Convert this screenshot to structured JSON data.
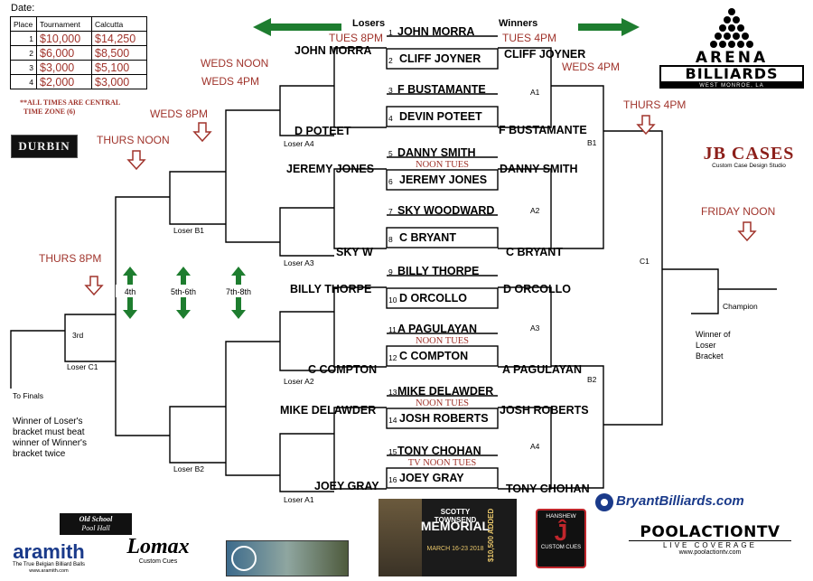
{
  "date_label": "Date:",
  "prize_table": {
    "headers": [
      "Place",
      "Tournament",
      "Calcutta"
    ],
    "rows": [
      {
        "place": "1",
        "tournament": "$10,000",
        "calcutta": "$14,250"
      },
      {
        "place": "2",
        "tournament": "$6,000",
        "calcutta": "$8,500"
      },
      {
        "place": "3",
        "tournament": "$3,000",
        "calcutta": "$5,100"
      },
      {
        "place": "4",
        "tournament": "$2,000",
        "calcutta": "$3,000"
      }
    ]
  },
  "timezone_note": [
    "**ALL TIMES ARE CENTRAL",
    "TIME ZONE (6)"
  ],
  "direction": {
    "losers": "Losers",
    "winners": "Winners"
  },
  "winners_bracket": {
    "round1": [
      {
        "n1": "1",
        "p1": "JOHN MORRA",
        "n2": "2",
        "p2": "CLIFF JOYNER",
        "note": ""
      },
      {
        "n1": "3",
        "p1": "F  BUSTAMANTE",
        "n2": "4",
        "p2": "DEVIN POTEET",
        "note": ""
      },
      {
        "n1": "5",
        "p1": "DANNY SMITH",
        "n2": "6",
        "p2": "JEREMY JONES",
        "note": "NOON TUES"
      },
      {
        "n1": "7",
        "p1": "SKY WOODWARD",
        "n2": "8",
        "p2": "C BRYANT",
        "note": ""
      },
      {
        "n1": "9",
        "p1": "BILLY THORPE",
        "n2": "10",
        "p2": "D ORCOLLO",
        "note": ""
      },
      {
        "n1": "11",
        "p1": "A PAGULAYAN",
        "n2": "12",
        "p2": "C COMPTON",
        "note": "NOON TUES"
      },
      {
        "n1": "13",
        "p1": "MIKE DELAWDER",
        "n2": "14",
        "p2": "JOSH ROBERTS",
        "note": "NOON TUES"
      },
      {
        "n1": "15",
        "p1": "TONY CHOHAN",
        "n2": "16",
        "p2": "JOEY GRAY",
        "note": "TV NOON TUES"
      }
    ],
    "round1_times": {
      "top": "TUES 4PM",
      "bottom": "TUES 8PM"
    },
    "round2_winners": [
      "CLIFF JOYNER",
      "F  BUSTAMANTE",
      "DANNY SMITH",
      "C BRYANT",
      "D ORCOLLO",
      "A PAGULAYAN",
      "JOSH ROBERTS",
      "TONY CHOHAN"
    ],
    "round2_labels": [
      "A1",
      "B1",
      "A2",
      "C1",
      "A3",
      "B2",
      "A4"
    ],
    "times": {
      "r2": "WEDS 4PM",
      "r3": "THURS 4PM",
      "final": "FRIDAY NOON"
    },
    "champion": "Champion",
    "winner_of_loser": [
      "Winner of",
      "Loser",
      "Bracket"
    ]
  },
  "losers_bracket": {
    "round1_names": [
      "JOHN MORRA",
      "D POTEET",
      "JEREMY JONES",
      "SKY W",
      "BILLY THORPE",
      "C COMPTON",
      "MIKE DELAWDER",
      "JOEY GRAY"
    ],
    "round1_labels": [
      "Loser A4",
      "Loser A3",
      "Loser A2",
      "Loser A1"
    ],
    "round2_labels": [
      "Loser B1",
      "Loser B2"
    ],
    "third_labels": [
      "3rd",
      "Loser C1",
      "To Finals"
    ],
    "times": {
      "weds_noon": "WEDS NOON",
      "weds_4pm": "WEDS 4PM",
      "weds_8pm": "WEDS 8PM",
      "thurs_noon": "THURS NOON",
      "thurs_8pm": "THURS 8PM"
    },
    "place_labels": [
      "4th",
      "5th-6th",
      "7th-8th"
    ],
    "final_note": [
      "Winner of Loser's",
      "bracket must beat",
      "winner of Winner's",
      "bracket twice"
    ]
  },
  "sponsors": {
    "durbin": "DURBIN",
    "arena": [
      "ARENA",
      "BILLIARDS",
      "WEST MONROE, LA"
    ],
    "jb_cases": [
      "JB CASES",
      "Custom Case Design Studio"
    ],
    "bryant": "BryantBilliards.com",
    "poolaction": [
      "POOLACTIONTV",
      "LIVE COVERAGE",
      "www.poolactiontv.com"
    ],
    "aramith": [
      "aramith",
      "The True Belgian Billiard Balls",
      "www.aramith.com"
    ],
    "old_school": [
      "Old School",
      "Pool Hall"
    ],
    "lomax": [
      "Lomax",
      "Custom Cues"
    ],
    "hanshew": [
      "HANSHEW",
      "CUSTOM CUES"
    ],
    "poster": [
      "SCOTTY TOWNSEND",
      "MEMORIAL",
      "MARCH 16-23 2018",
      "$10,500 ADDED"
    ]
  },
  "colors": {
    "accent": "#a0342c",
    "arrow_green": "#1e7d2f"
  }
}
